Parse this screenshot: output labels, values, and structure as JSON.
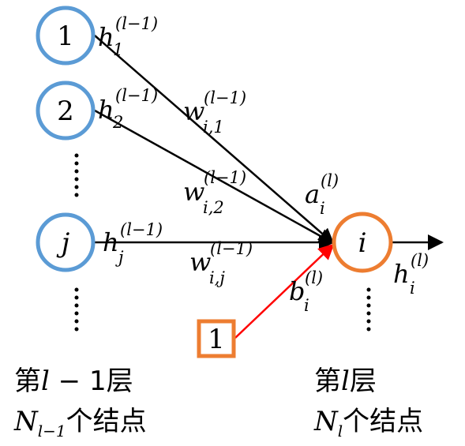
{
  "colors": {
    "input_node": "#5b9bd5",
    "output_node": "#ed7d31",
    "bias_edge": "#ff0000",
    "edge": "#000000"
  },
  "nodes": {
    "n1": "1",
    "n2": "2",
    "nj": "j",
    "ni": "i",
    "bias": "1"
  },
  "activations": {
    "h1": {
      "main": "h",
      "sup": "(l−1)",
      "sub": "1"
    },
    "h2": {
      "main": "h",
      "sup": "(l−1)",
      "sub": "2"
    },
    "hj": {
      "main": "h",
      "sup": "(l−1)",
      "sub": "j"
    },
    "hi": {
      "main": "h",
      "sup": "(l)",
      "sub": "i"
    },
    "ai": {
      "main": "a",
      "sup": "(l)",
      "sub": "i"
    },
    "bi": {
      "main": "b",
      "sup": "(l)",
      "sub": "i"
    }
  },
  "weights": {
    "w1": {
      "main": "w",
      "sup": "(l−1)",
      "sub": "i,1"
    },
    "w2": {
      "main": "w",
      "sup": "(l−1)",
      "sub": "i,2"
    },
    "wj": {
      "main": "w",
      "sup": "(l−1)",
      "sub": "i,j"
    }
  },
  "captions": {
    "left_layer": {
      "prefix": "第",
      "var": "l",
      "mid": " − 1",
      "suffix": "层"
    },
    "left_count": {
      "var": "N",
      "sub": "l−1",
      "suffix": "个结点"
    },
    "right_layer": {
      "prefix": "第",
      "var": "l",
      "suffix": "层"
    },
    "right_count": {
      "var": "N",
      "sub": "l",
      "suffix": "个结点"
    }
  }
}
